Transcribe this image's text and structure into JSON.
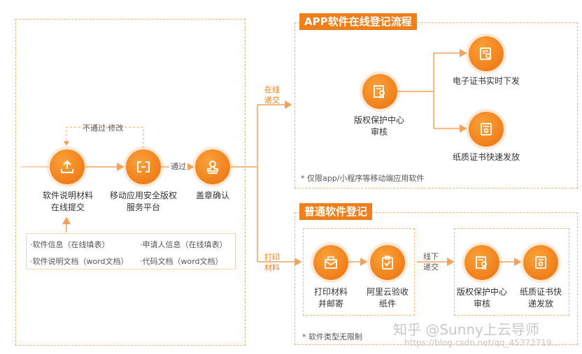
{
  "section_online": {
    "header": "APP软件在线登记流程",
    "review_line1": "版权保护中心",
    "review_line2": "审核",
    "electronic": "电子证书实时下发",
    "paper": "纸质证书快速发放",
    "note": "* 仅限app/小程序等移动端应用软件"
  },
  "section_normal": {
    "header": "普通软件登记",
    "print_line1": "打印材料",
    "print_line2": "并邮寄",
    "receive_line1": "阿里云验收",
    "receive_line2": "纸件",
    "offline_line1": "线下",
    "offline_line2": "递交",
    "review_line1": "版权保护中心",
    "review_line2": "审核",
    "issue_line1": "纸质证书快",
    "issue_line2": "递发放",
    "note": "* 软件类型无限制"
  },
  "left_flow": {
    "reject": "不通过·修改",
    "pass": "通过",
    "submit_line1": "软件说明材料",
    "submit_line2": "在线提交",
    "platform_line1": "移动应用安全版权",
    "platform_line2": "服务平台",
    "stamp": "盖章确认",
    "online_line1": "在线",
    "online_line2": "递交",
    "print_line1": "打印",
    "print_line2": "材料"
  },
  "materials": {
    "item1": "·软件信息（在线填表）",
    "item2": "·申请人信息（在线填表）",
    "item3": "·软件说明文档（word文档）",
    "item4": "·代码文档（word文档）"
  },
  "watermark": {
    "brand": "知乎 @Sunny上云导师",
    "url": "https://blog.csdn.net/qq_45372719..."
  },
  "icons": {
    "upload": "upload-icon",
    "platform": "bracket-icon",
    "stamp": "stamp-icon",
    "certificate": "certificate-icon",
    "paper_certificate": "paper-certificate-icon",
    "mail": "mail-icon",
    "clipboard": "clipboard-check-icon"
  },
  "colors": {
    "accent": "#f07e1a",
    "dashed": "#f5b47a"
  }
}
